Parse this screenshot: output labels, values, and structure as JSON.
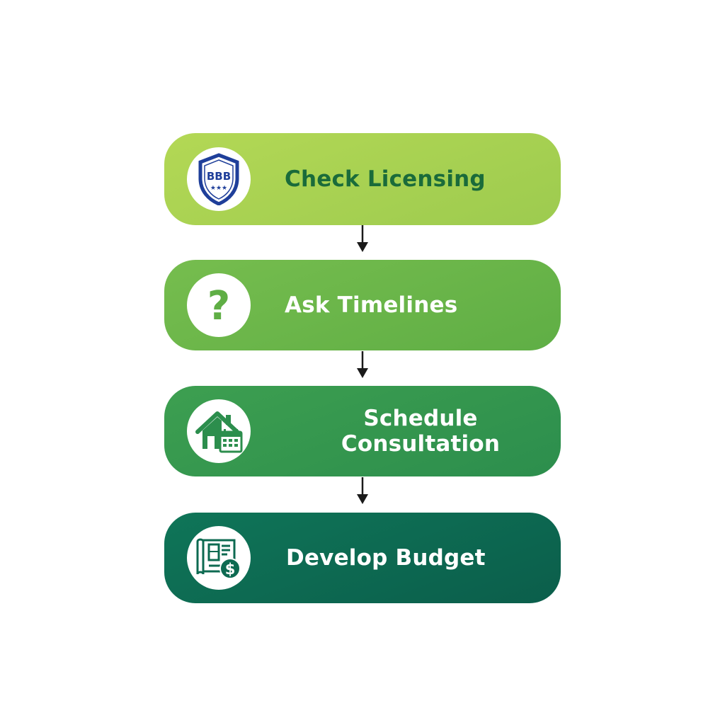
{
  "steps": [
    {
      "label": "Check Licensing",
      "icon": "bbb-shield-icon",
      "badge_text": "BBB",
      "badge_stars": "★★★"
    },
    {
      "label": "Ask Timelines",
      "icon": "question-mark-icon",
      "glyph": "?"
    },
    {
      "label": "Schedule Consultation",
      "icon": "house-calendar-icon"
    },
    {
      "label": "Develop Budget",
      "icon": "blueprint-dollar-icon",
      "glyph": "$"
    }
  ],
  "colors": {
    "step1": "#a6cf51",
    "step2": "#68b548",
    "step3": "#33964e",
    "step4": "#0d6a51",
    "label_dark": "#1a6b3a",
    "label_light": "#ffffff",
    "badge_blue": "#1f3f9a",
    "arrow": "#1a1a1a"
  }
}
